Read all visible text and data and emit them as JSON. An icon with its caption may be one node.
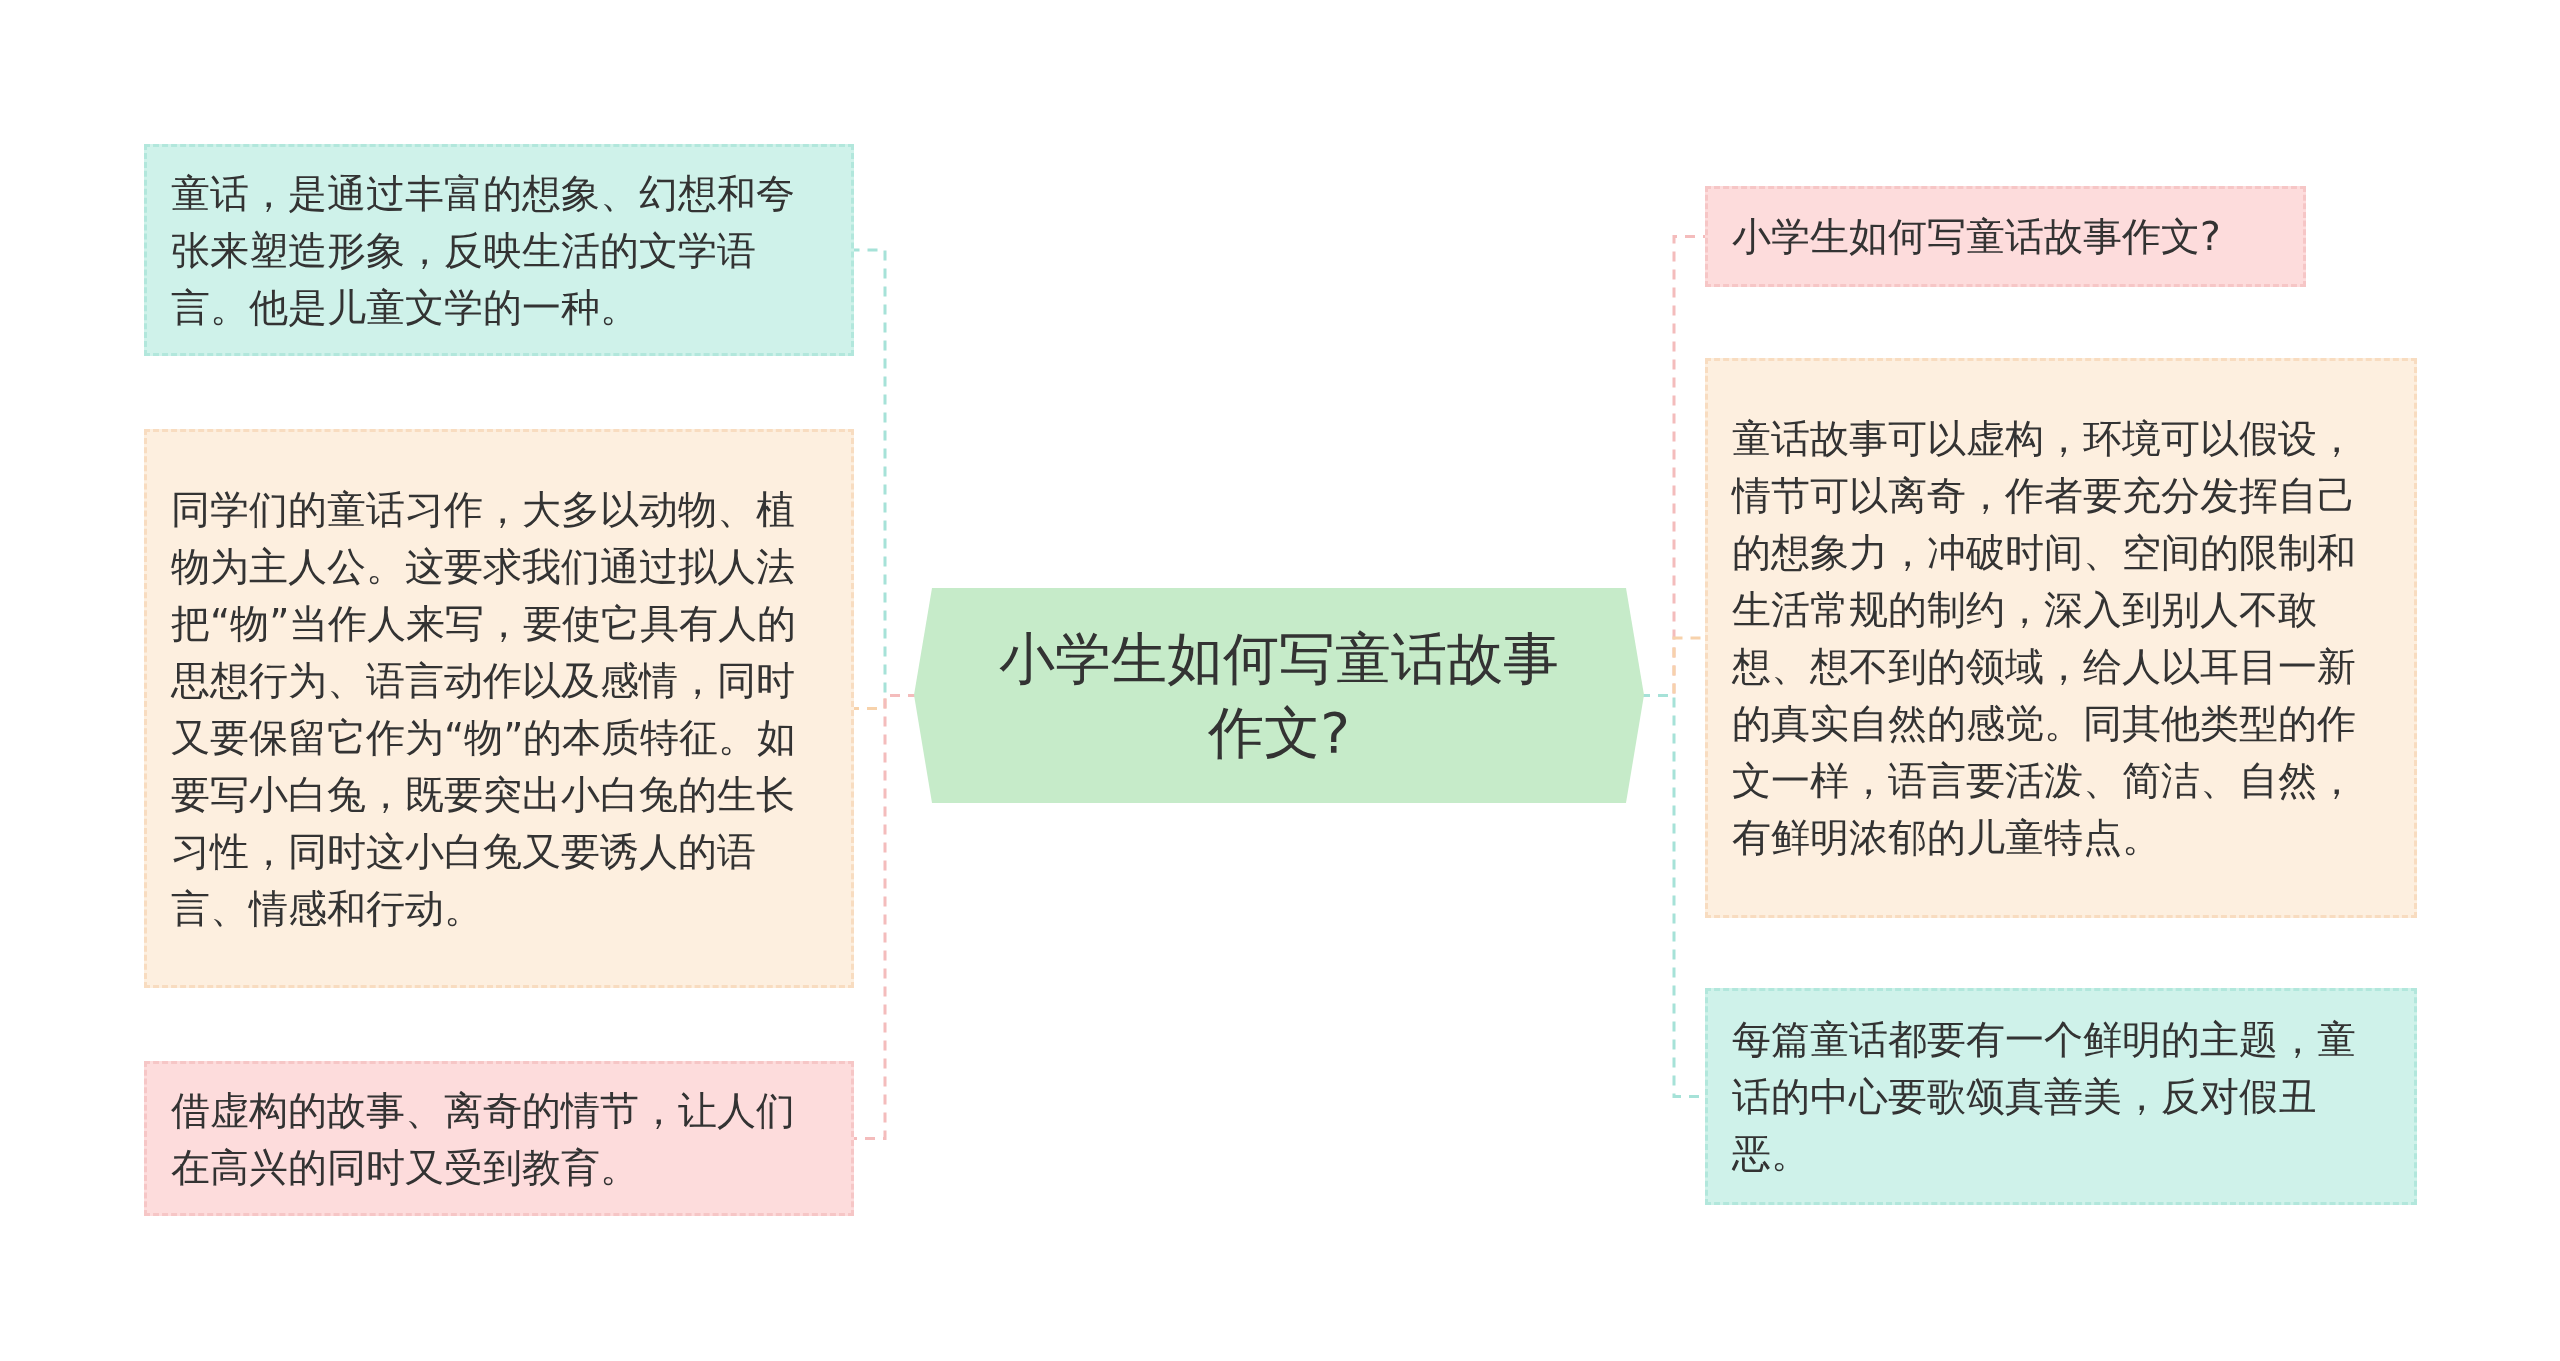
{
  "diagram": {
    "nodes": [
      {
        "text": [
          "小学生如何写童话故事作文?"
        ]
      },
      {
        "text": [
          "童话，是通过丰富的想象、幻想和夸张来塑造形象，反映生活的文学语言。他是儿童文学的一种。"
        ]
      },
      {
        "text": [
          "同学们的童话习作，大多以动物、植物为主人公。这要求我们通过拟人法把“物”当作人来写，要使它具有人的思想行为、语言动作以及感情，同时又要保留它作为“物”的本质特征。如要写小白兔，既要突出小白兔的生长习性，同时这小白兔又要诱人的语言、情感和行动。"
        ]
      },
      {
        "text": [
          "借虚构的故事、离奇的情节，让人们在高兴的同时又受到教育。"
        ]
      },
      {
        "text": [
          "小学生如何写童话故事作文?"
        ]
      },
      {
        "text": [
          "童话故事可以虚构，环境可以假设，情节可以离奇，作者要充分发挥自己的想象力，冲破时间、空间的限制和生活常规的制约，深入到别人不敢想、想不到的领域，给人以耳目一新的真实自然的感觉。同其他类型的作文一样，语言要活泼、简洁、自然，有鲜明浓郁的儿童特点。"
        ]
      },
      {
        "text": [
          "每篇童话都要有一个鲜明的主题，童话的中心要歌颂真善美，反对假丑恶。"
        ]
      }
    ],
    "edges": [
      {
        "from": 0,
        "to": 1,
        "arrow": "none",
        "style": "dashed",
        "color": "#a6e2d8"
      },
      {
        "from": 0,
        "to": 2,
        "arrow": "none",
        "style": "dashed",
        "color": "#f7d2ab"
      },
      {
        "from": 0,
        "to": 3,
        "arrow": "none",
        "style": "dashed",
        "color": "#f4bcbc"
      },
      {
        "from": 0,
        "to": 4,
        "arrow": "none",
        "style": "dashed",
        "color": "#f4bcbc"
      },
      {
        "from": 0,
        "to": 5,
        "arrow": "none",
        "style": "dashed",
        "color": "#f7d2ab"
      },
      {
        "from": 0,
        "to": 6,
        "arrow": "none",
        "style": "dashed",
        "color": "#a6e2d8"
      }
    ]
  }
}
